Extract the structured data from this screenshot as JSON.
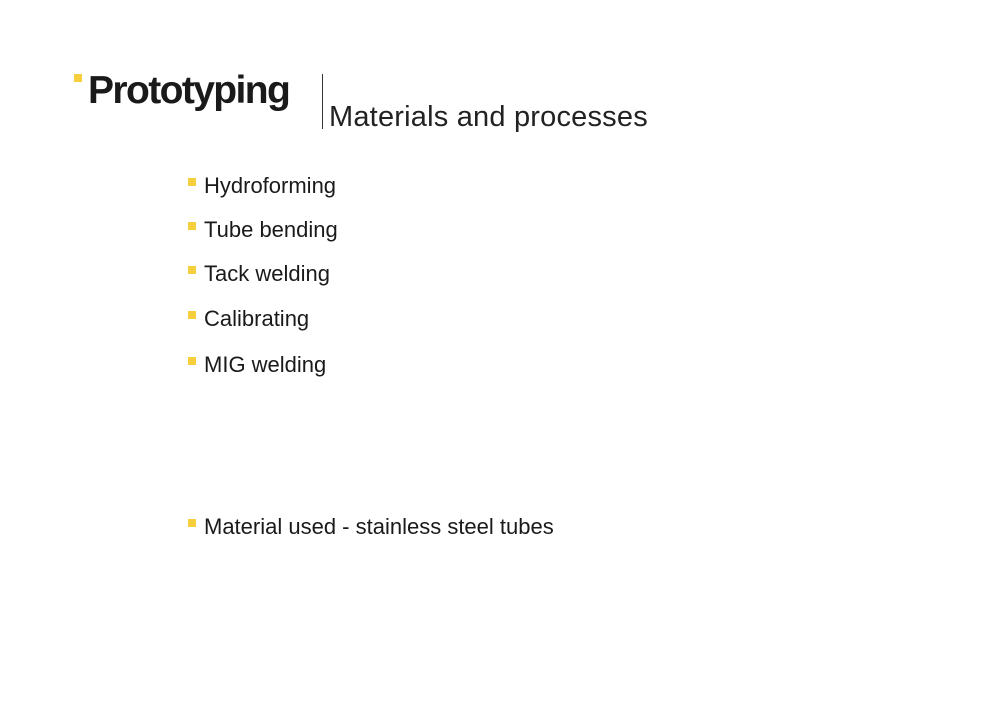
{
  "header": {
    "title": "Prototyping",
    "subtitle": "Materials and processes"
  },
  "processes": [
    {
      "label": "Hydroforming"
    },
    {
      "label": "Tube bending"
    },
    {
      "label": "Tack welding"
    },
    {
      "label": "Calibrating"
    },
    {
      "label": "MIG welding"
    }
  ],
  "material": {
    "label": "Material used - stainless steel tubes"
  },
  "colors": {
    "accent": "#f5cf3c",
    "text": "#1a1a1a"
  }
}
